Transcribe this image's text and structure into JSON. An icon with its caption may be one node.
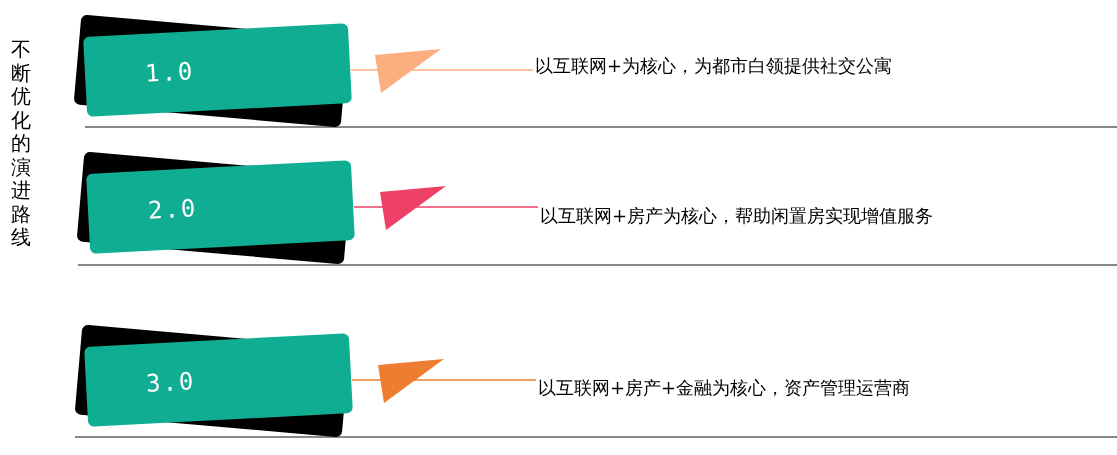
{
  "diagram": {
    "nodes": [
      {
        "text": [
          "1.0"
        ]
      },
      {
        "text": [
          "以互联网+为核心，为都市白领提供社交公寓"
        ]
      },
      {
        "text": [
          "2.0"
        ]
      },
      {
        "text": [
          "以互联网+房产为核心，帮助闲置房实现增值服务"
        ]
      },
      {
        "text": [
          "3.0"
        ]
      },
      {
        "text": [
          "以互联网+房产+金融为核心，资产管理运营商"
        ]
      }
    ],
    "edges": [
      {
        "from": 0,
        "to": 1,
        "arrow": "to",
        "color": "#fbae7f"
      },
      {
        "from": 2,
        "to": 3,
        "arrow": "to",
        "color": "#ee3f66"
      },
      {
        "from": 4,
        "to": 5,
        "arrow": "to",
        "color": "#ee7d31"
      }
    ],
    "labels": [
      "不断优化的演进路线"
    ]
  }
}
